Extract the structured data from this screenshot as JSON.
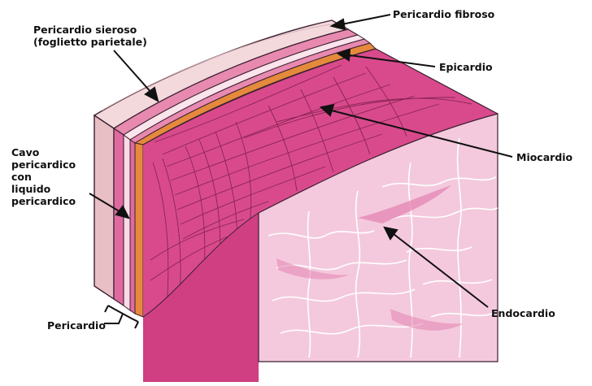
{
  "labels": {
    "pericardio_fibroso": "Pericardio fibroso",
    "pericardio_sieroso": "Pericardio sieroso\n(foglietto parietale)",
    "epicardio": "Epicardio",
    "miocardio": "Miocardio",
    "cavo_pericardico": "Cavo\npericardico\ncon\nliquido\npericardico",
    "endocardio": "Endocardio",
    "pericardio": "Pericardio"
  },
  "colors": {
    "fibrous_outer": "#f3d9dc",
    "fibrous_side": "#e9bfc6",
    "serous_layer": "#e889b0",
    "epicardium": "#e58a3c",
    "myocardium": "#d94a8c",
    "myocardium_fibers": "#7a1f4b",
    "endocardium": "#f4c9dd",
    "endocardium_lines": "#ffffff",
    "outline": "#3b2030"
  }
}
